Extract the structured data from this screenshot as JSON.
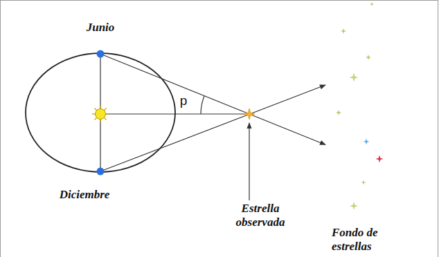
{
  "diagram": {
    "labels": [
      "Junio",
      "Diciembre",
      "p",
      "Estrella observada",
      "Fondo de estrellas"
    ]
  }
}
